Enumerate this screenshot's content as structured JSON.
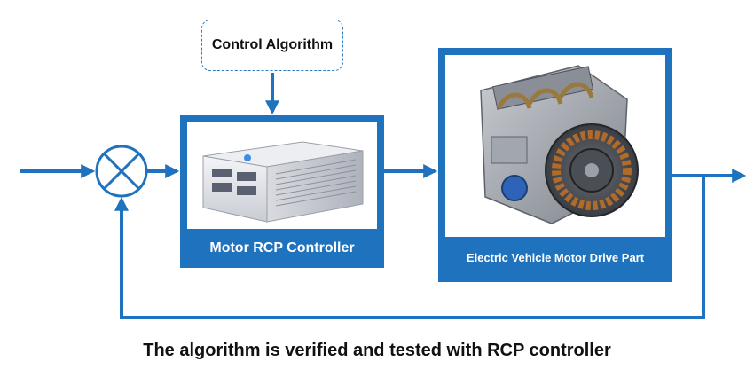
{
  "blocks": {
    "control_algorithm": "Control Algorithm",
    "rcp_controller": "Motor RCP Controller",
    "drive_part": "Electric Vehicle Motor Drive Part"
  },
  "caption": "The algorithm is verified and tested with RCP controller",
  "colors": {
    "accent": "#1f72bd",
    "text": "#111111"
  },
  "icons": [
    "summing-junction-icon",
    "rcp-controller-image",
    "motor-drive-image"
  ]
}
